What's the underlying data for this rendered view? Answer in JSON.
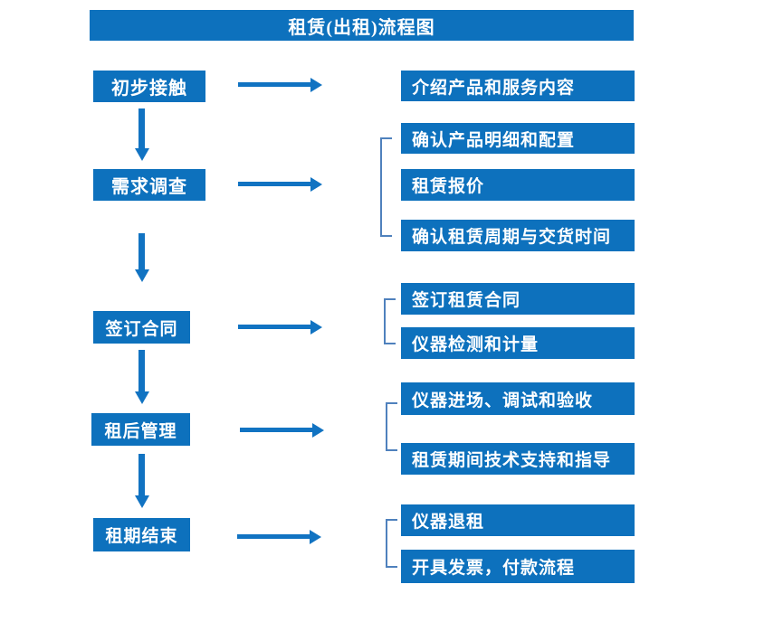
{
  "title": "租赁(出租)流程图",
  "stages": [
    {
      "label": "初步接触"
    },
    {
      "label": "需求调查"
    },
    {
      "label": "签订合同"
    },
    {
      "label": "租后管理"
    },
    {
      "label": "租期结束"
    }
  ],
  "details": {
    "row1": [
      "介绍产品和服务内容"
    ],
    "row2": [
      "确认产品明细和配置",
      "租赁报价",
      "确认租赁周期与交货时间"
    ],
    "row3": [
      "签订租赁合同",
      "仪器检测和计量"
    ],
    "row4": [
      "仪器进场、调试和验收",
      "租赁期间技术支持和指导"
    ],
    "row5": [
      "仪器退租",
      "开具发票，付款流程"
    ]
  },
  "colors": {
    "box_blue": "#0d71bd",
    "arrow_blue": "#1173c2",
    "bracket_blue": "#4f81bd",
    "text_white": "#ffffff",
    "page_bg": "#ffffff"
  }
}
